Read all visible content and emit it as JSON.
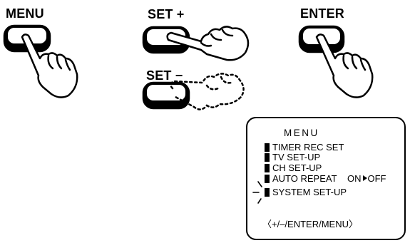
{
  "buttons": {
    "menu": "MENU",
    "set_plus": "SET +",
    "set_minus": "SET −",
    "enter": "ENTER"
  },
  "screen": {
    "title": "MENU",
    "items": [
      "TIMER REC SET",
      "TV SET-UP",
      "CH SET-UP",
      "AUTO REPEAT",
      "SYSTEM  SET-UP"
    ],
    "repeat_on": "ON",
    "repeat_off": "OFF",
    "footer": "〈+/–/ENTER/MENU〉"
  }
}
